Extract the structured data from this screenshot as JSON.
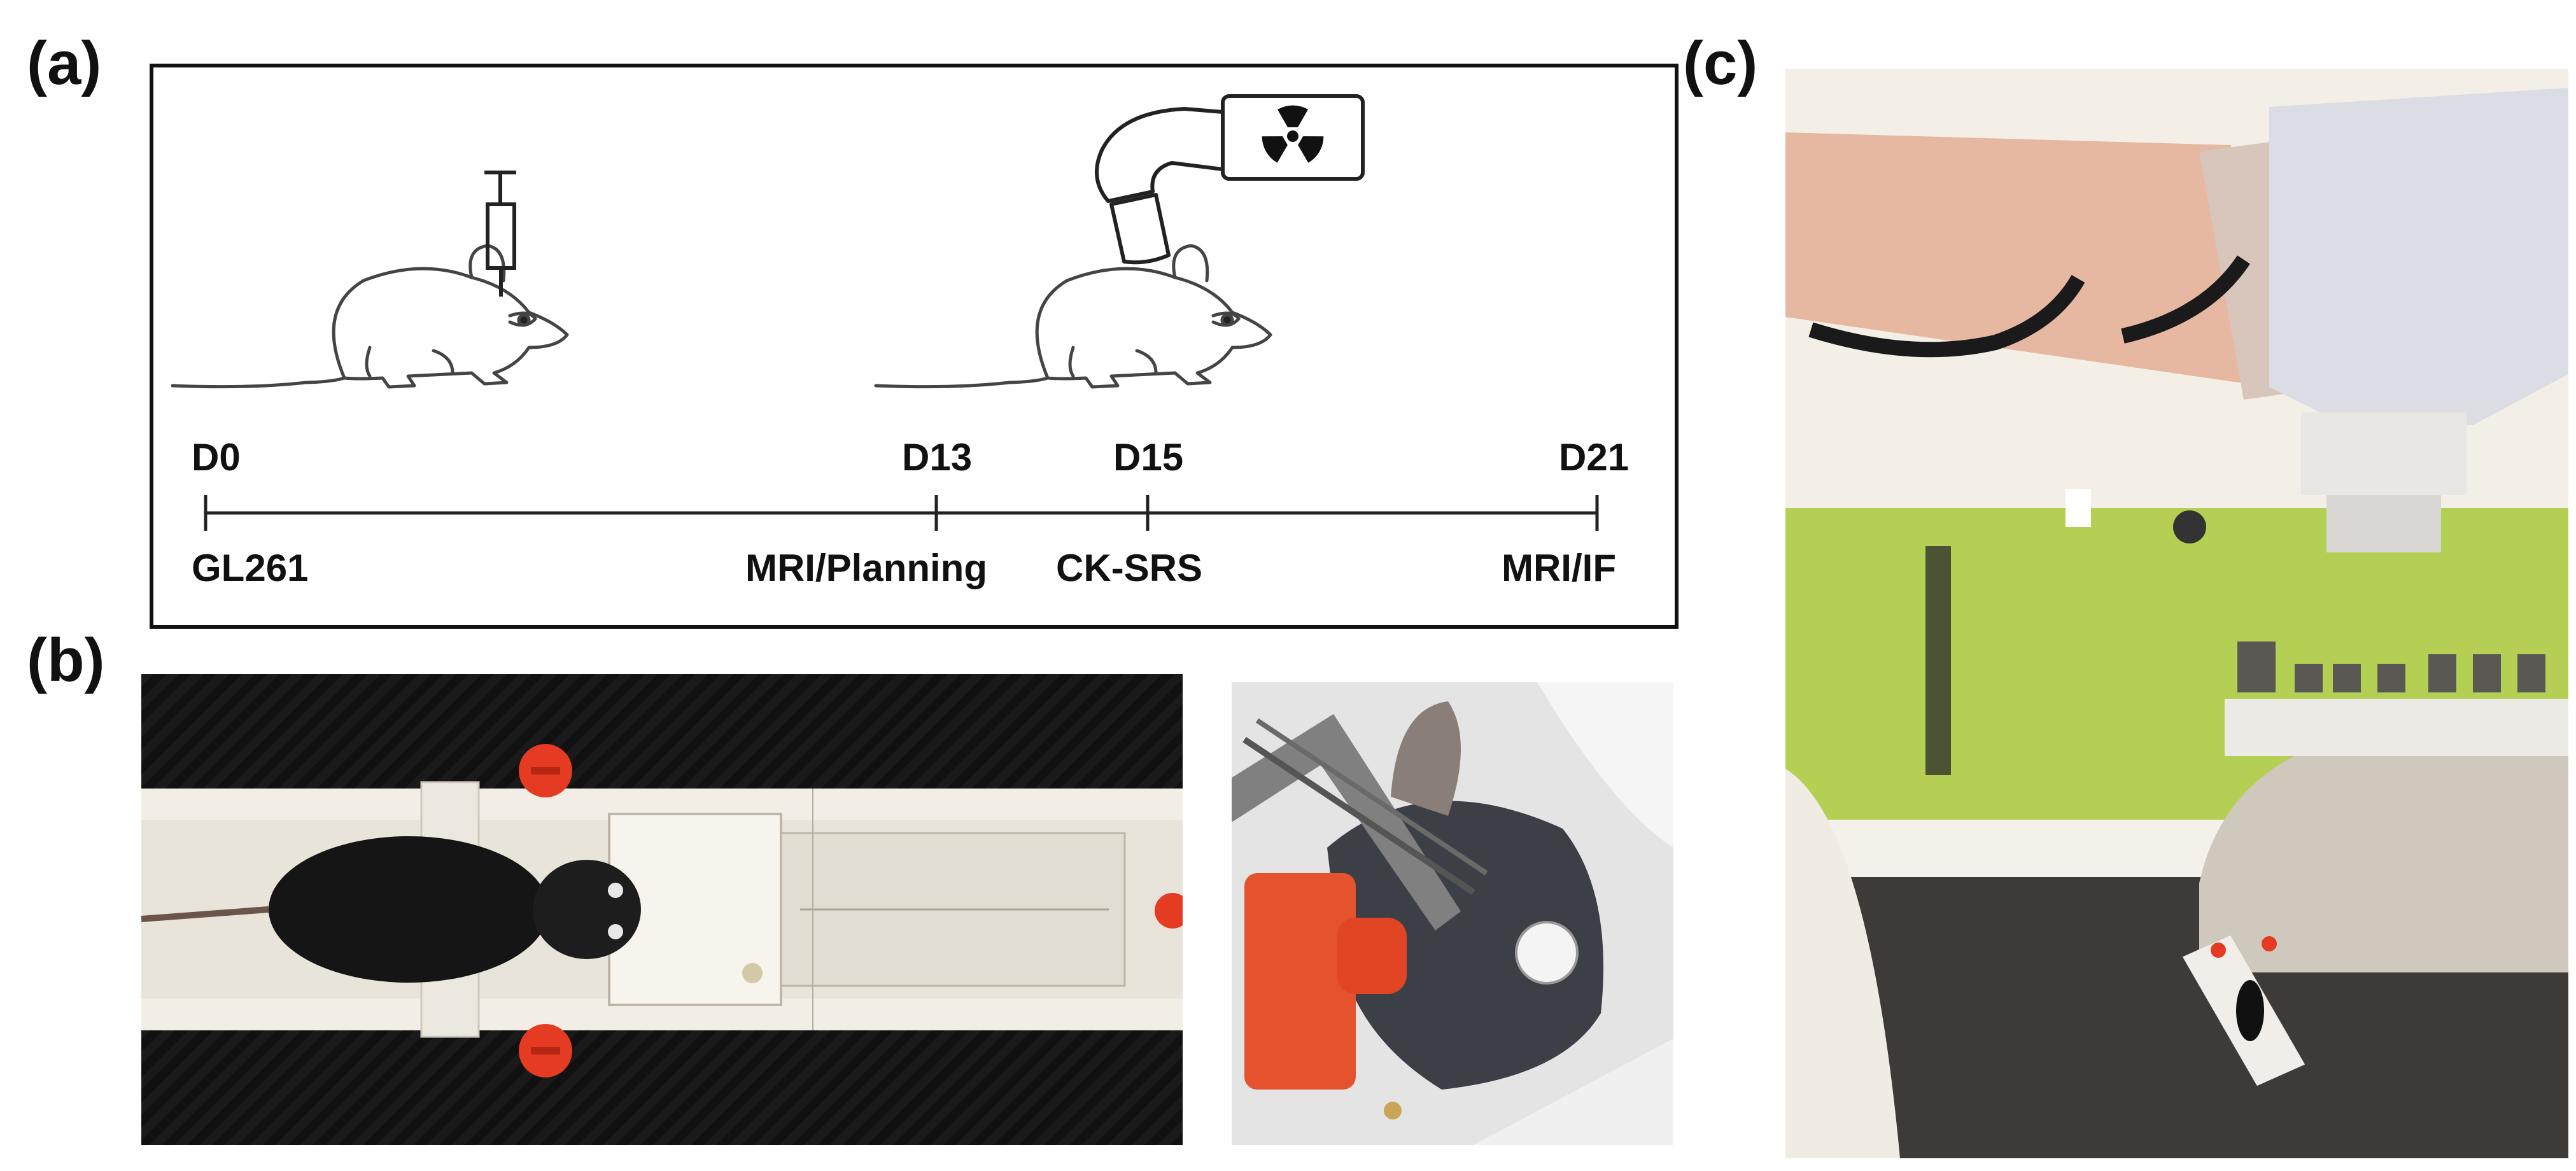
{
  "panels": {
    "a": {
      "label": "(a)",
      "timepoints": [
        {
          "day": "D0",
          "event": "GL261"
        },
        {
          "day": "D13",
          "event": "MRI/Planning"
        },
        {
          "day": "D15",
          "event": "CK-SRS"
        },
        {
          "day": "D21",
          "event": "MRI/IF"
        }
      ],
      "icons": [
        "mouse-icon",
        "syringe-icon",
        "mouse-icon",
        "linac-icon",
        "radiation-icon"
      ]
    },
    "b": {
      "label": "(b)",
      "photos": [
        "mouse-immobilization-holder-photo",
        "mouse-head-fixation-closeup-photo"
      ]
    },
    "c": {
      "label": "(c)",
      "photos": [
        "cyberknife-treatment-room-photo"
      ]
    }
  }
}
